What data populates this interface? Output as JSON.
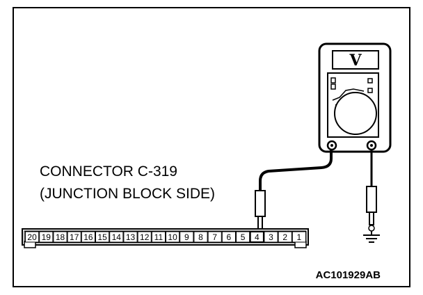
{
  "connector": {
    "title_line1": "CONNECTOR C-319",
    "title_line2": "(JUNCTION BLOCK SIDE)",
    "pins": [
      "20",
      "19",
      "18",
      "17",
      "16",
      "15",
      "14",
      "13",
      "12",
      "11",
      "10",
      "9",
      "8",
      "7",
      "6",
      "5",
      "4",
      "3",
      "2",
      "1"
    ],
    "probed_pin": "4"
  },
  "meter": {
    "display_symbol": "V"
  },
  "figure_id": "AC101929AB",
  "colors": {
    "line": "#000000",
    "background": "#ffffff"
  }
}
